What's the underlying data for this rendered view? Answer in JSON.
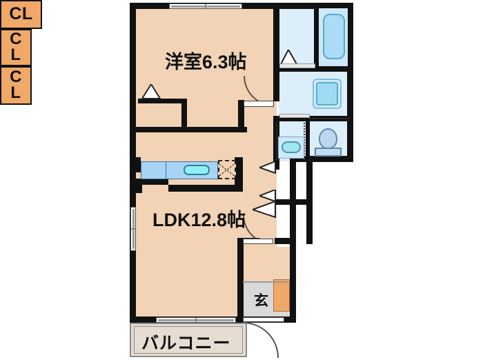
{
  "plan": {
    "rooms": [
      {
        "id": "bedroom",
        "label": "洋室6.3帖",
        "type": "western-room",
        "size_jo": 6.3
      },
      {
        "id": "ldk",
        "label": "LDK12.8帖",
        "type": "living-dining-kitchen",
        "size_jo": 12.8
      },
      {
        "id": "balcony",
        "label": "バルコニー",
        "type": "balcony"
      },
      {
        "id": "entrance",
        "label": "玄",
        "type": "entrance"
      }
    ],
    "closets": [
      {
        "id": "closet-bedroom",
        "label": "CL",
        "orientation": "horizontal"
      },
      {
        "id": "closet-hall-upper",
        "label": "CL",
        "orientation": "vertical",
        "lines": [
          "C",
          "L"
        ]
      },
      {
        "id": "closet-hall-lower",
        "label": "CL",
        "orientation": "vertical",
        "lines": [
          "C",
          "L"
        ]
      }
    ],
    "fixtures": [
      {
        "id": "bathtub",
        "name": "bathtub-icon"
      },
      {
        "id": "shower-pan",
        "name": "shower-icon"
      },
      {
        "id": "washbasin",
        "name": "washbasin-icon"
      },
      {
        "id": "toilet",
        "name": "toilet-icon"
      },
      {
        "id": "kitchen-sink",
        "name": "kitchen-sink-icon"
      },
      {
        "id": "stove",
        "name": "stove-icon"
      },
      {
        "id": "shoe-cabinet",
        "name": "shoe-cabinet-icon"
      }
    ],
    "colors": {
      "floor": "#f2d3b6",
      "wall": "#111111",
      "closet": "#f0a868",
      "wet_area": "#ddeefb",
      "tile": "#d9d9d9",
      "balcony": "#e5ddd2",
      "water": "#9fdcf3"
    }
  }
}
